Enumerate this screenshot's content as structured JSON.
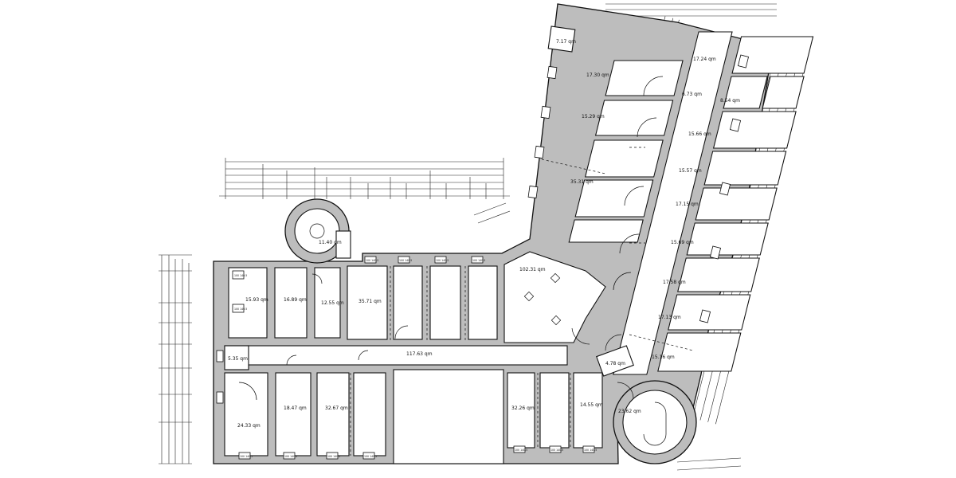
{
  "rooms": {
    "r_1593": "15.93 qm",
    "r_1689": "16.89 qm",
    "r_1255": "12.55 qm",
    "r_3571": "35.71 qm",
    "r_11763": "117.63 qm",
    "r_5": "5.35 qm",
    "r_1647": "18.47 qm",
    "r_3267": "32.67 qm",
    "r_2433": "24.33 qm",
    "r_3226": "32.26 qm",
    "r_1455": "14.55 qm",
    "r_2362": "23.62 qm",
    "r_478": "4.78 qm",
    "r_10231": "102.31 qm",
    "r_1516": "15.16 qm",
    "r_1713": "17.13 qm",
    "r_1758": "17.58 qm",
    "r_1569": "15.69 qm",
    "r_1715": "17.15 qm",
    "r_1557": "15.57 qm",
    "r_1566": "15.66 qm",
    "r_673": "6.73 qm",
    "r_854": "8.54 qm",
    "r_1724": "17.24 qm",
    "r_1730": "17.30 qm",
    "r_1529": "15.29 qm",
    "r_3531": "35.31 qm",
    "r_717": "7.17 qm",
    "r_1480": "11.40 qm"
  },
  "window_label": "100 140.5"
}
